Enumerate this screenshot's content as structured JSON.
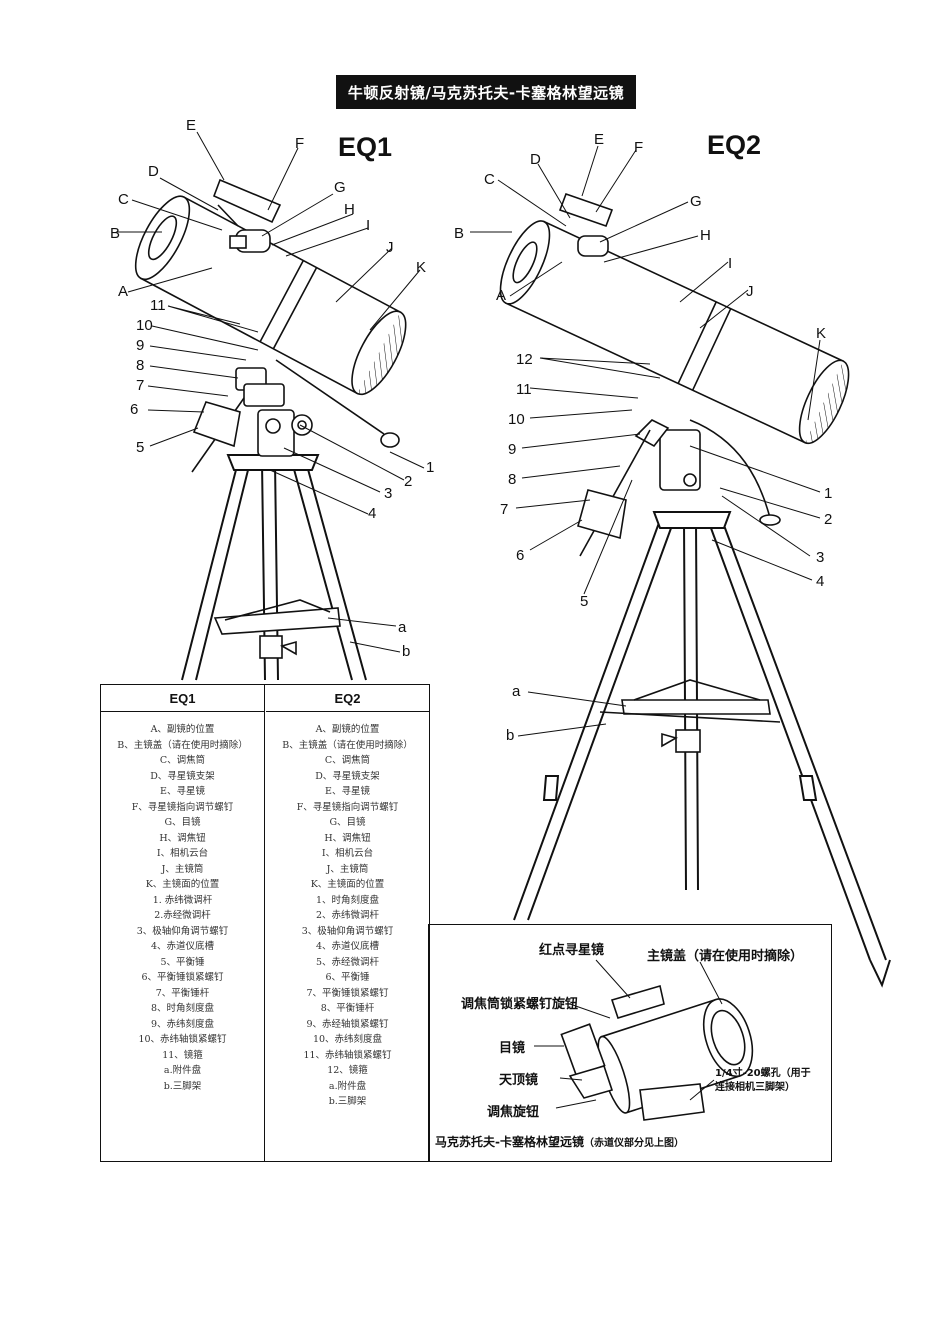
{
  "title": "牛顿反射镜/马克苏托夫-卡塞格林望远镜",
  "eq1": {
    "heading": "EQ1",
    "labels": {
      "E": "E",
      "F": "F",
      "D": "D",
      "G": "G",
      "C": "C",
      "H": "H",
      "I": "I",
      "B": "B",
      "J": "J",
      "K": "K",
      "A": "A",
      "n11": "11",
      "n10": "10",
      "n9": "9",
      "n8": "8",
      "n7": "7",
      "n6": "6",
      "n5": "5",
      "n1": "1",
      "n2": "2",
      "n3": "3",
      "n4": "4",
      "a": "a",
      "b": "b"
    }
  },
  "eq2": {
    "heading": "EQ2",
    "labels": {
      "E": "E",
      "D": "D",
      "F": "F",
      "C": "C",
      "G": "G",
      "B": "B",
      "H": "H",
      "A": "A",
      "I": "I",
      "J": "J",
      "K": "K",
      "n12": "12",
      "n11": "11",
      "n10": "10",
      "n9": "9",
      "n8": "8",
      "n7": "7",
      "n6": "6",
      "n5": "5",
      "n1": "1",
      "n2": "2",
      "n3": "3",
      "n4": "4",
      "a": "a",
      "b": "b"
    }
  },
  "legend": {
    "eq1": {
      "header": "EQ1",
      "items": [
        "A、副镜的位置",
        "B、主镜盖（请在使用时摘除）",
        "C、调焦筒",
        "D、寻星镜支架",
        "E、寻星镜",
        "F、寻星镜指向调节螺钉",
        "G、目镜",
        "H、调焦钮",
        "I、相机云台",
        "J、主镜筒",
        "K、主镜面的位置",
        "1. 赤纬微调杆",
        "2.赤经微调杆",
        "3、极轴仰角调节螺钉",
        "4、赤道仪底槽",
        "5、平衡锤",
        "6、平衡锤锁紧螺钉",
        "7、平衡锤杆",
        "8、时角刻度盘",
        "9、赤纬刻度盘",
        "10、赤纬轴锁紧螺钉",
        "11、镜箍",
        "a.附件盘",
        "b.三脚架"
      ]
    },
    "eq2": {
      "header": "EQ2",
      "items": [
        "A、副镜的位置",
        "B、主镜盖（请在使用时摘除）",
        "C、调焦筒",
        "D、寻星镜支架",
        "E、寻星镜",
        "F、寻星镜指向调节螺钉",
        "G、目镜",
        "H、调焦钮",
        "I、相机云台",
        "J、主镜筒",
        "K、主镜面的位置",
        "1、时角刻度盘",
        "2、赤纬微调杆",
        "3、极轴仰角调节螺钉",
        "4、赤道仪底槽",
        "5、赤经微调杆",
        "6、平衡锤",
        "7、平衡锤锁紧螺钉",
        "8、平衡锤杆",
        "9、赤经轴锁紧螺钉",
        "10、赤纬刻度盘",
        "11、赤纬轴锁紧螺钉",
        "12、镜箍",
        "a.附件盘",
        "b.三脚架"
      ]
    }
  },
  "inset": {
    "red_dot_finder": "红点寻星镜",
    "main_cap": "主镜盖（请在使用时摘除）",
    "focus_lock": "调焦筒锁紧螺钉旋钮",
    "eyepiece": "目镜",
    "diagonal": "天顶镜",
    "focus_knob": "调焦旋钮",
    "thread_hole_1": "1/4寸-20螺孔（用于",
    "thread_hole_2": "连接相机三脚架）",
    "caption": "马克苏托夫-卡塞格林望远镜",
    "caption_note": "（赤道仪部分见上图）"
  }
}
